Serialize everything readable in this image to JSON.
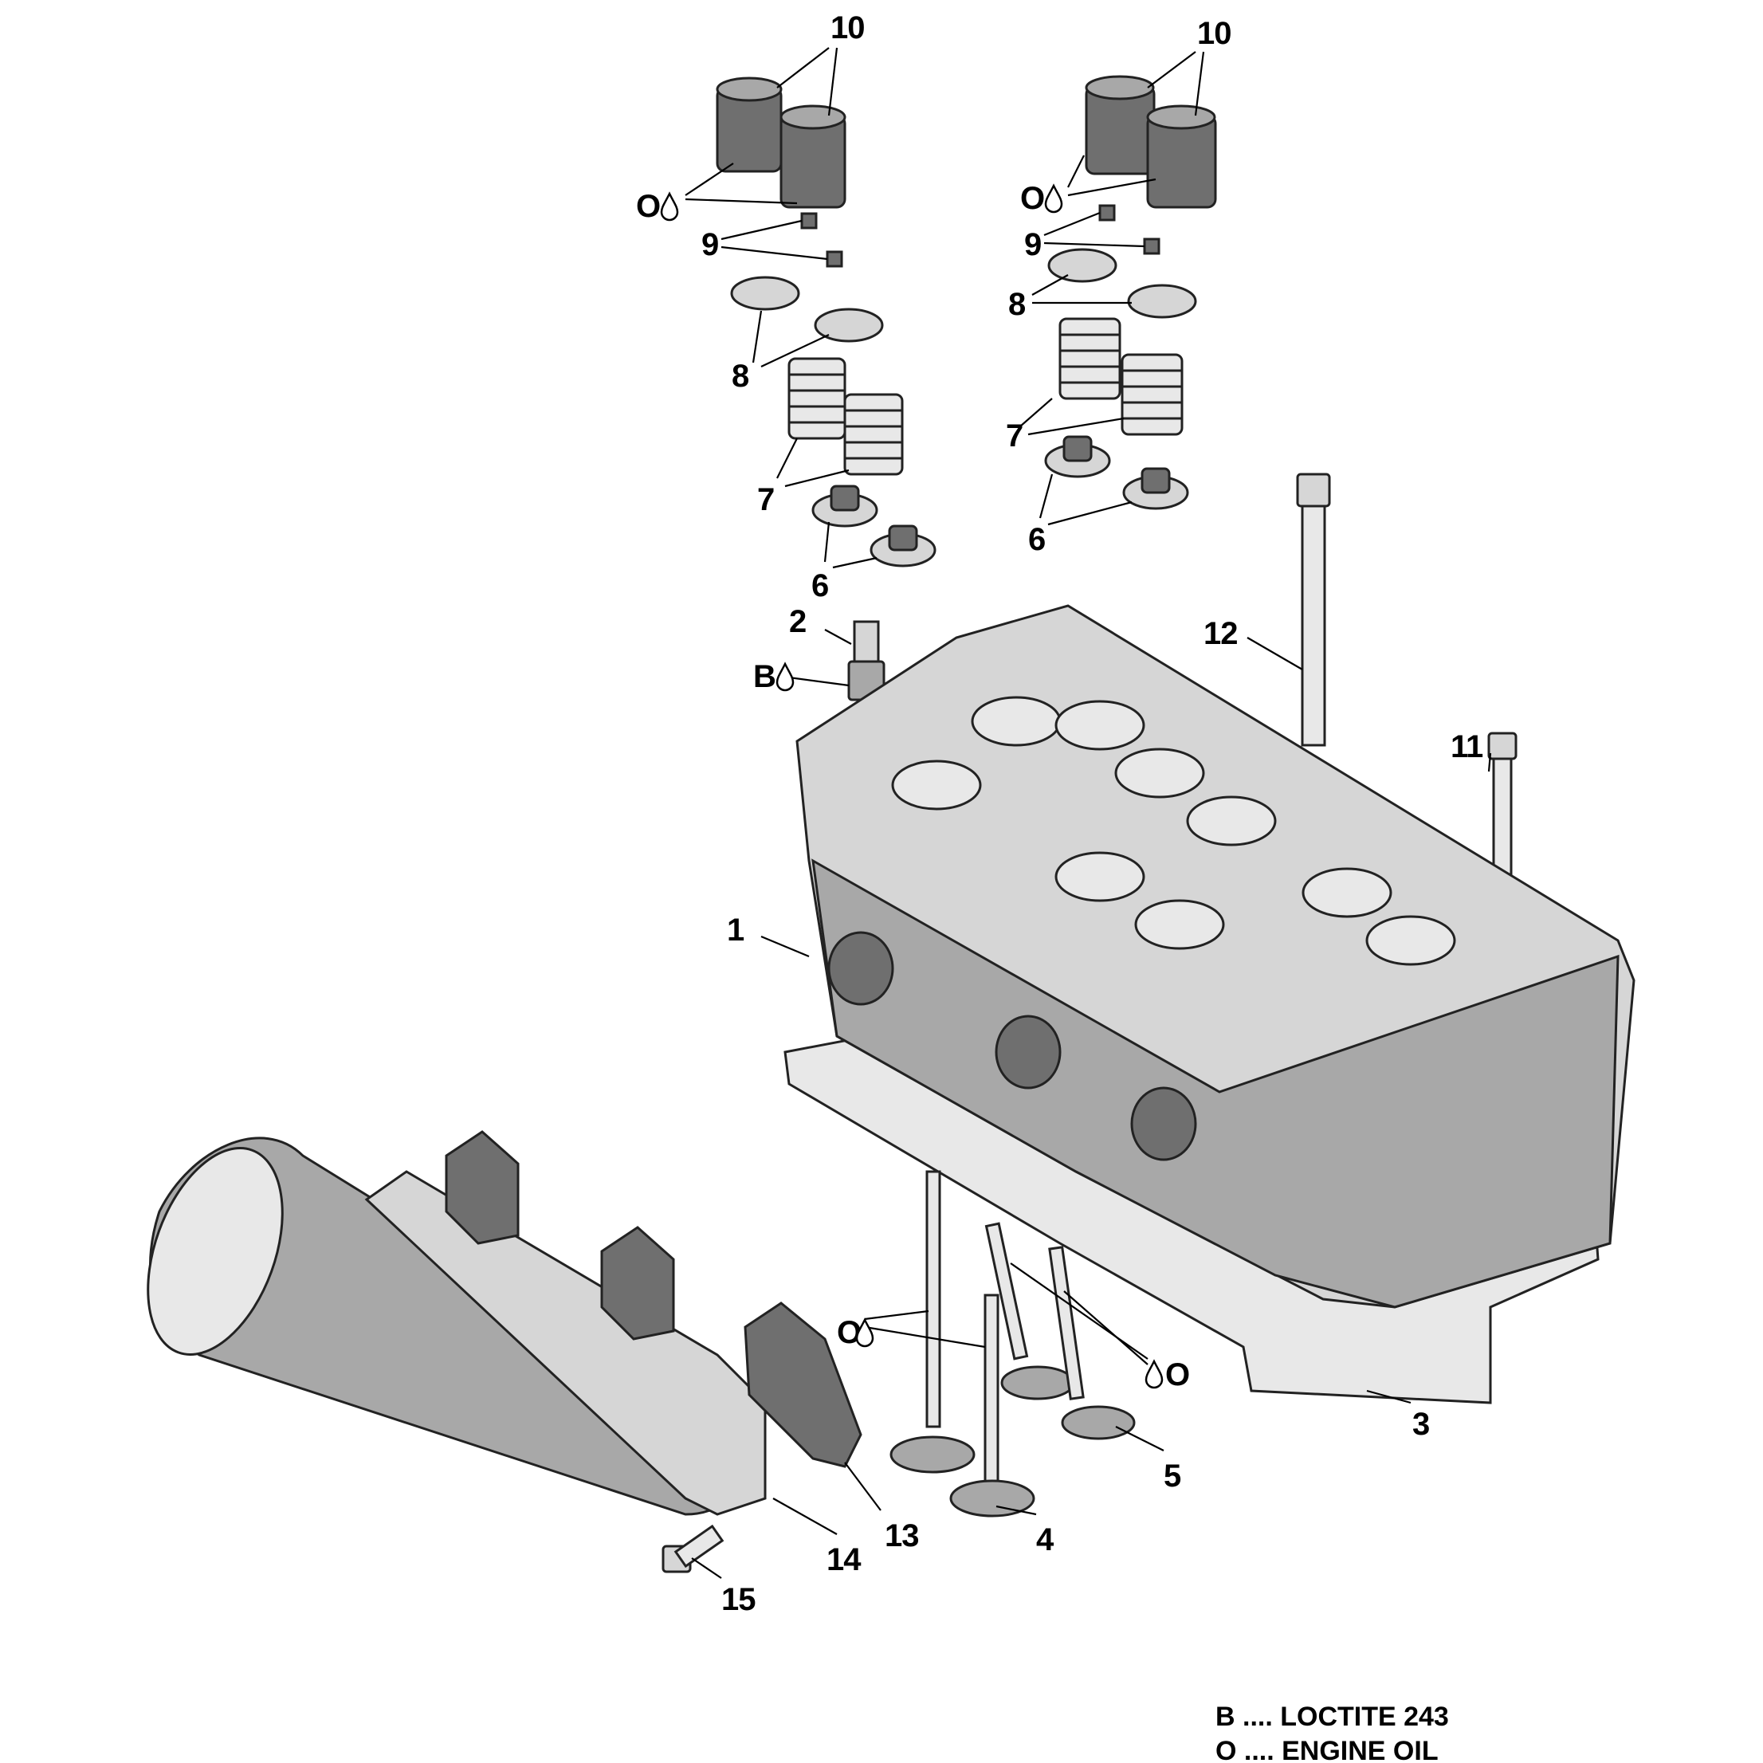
{
  "callouts": {
    "c1": "1",
    "c2": "2",
    "c3": "3",
    "c4": "4",
    "c5": "5",
    "c6a": "6",
    "c6b": "6",
    "c7a": "7",
    "c7b": "7",
    "c8a": "8",
    "c8b": "8",
    "c9a": "9",
    "c9b": "9",
    "c10a": "10",
    "c10b": "10",
    "c11": "11",
    "c12": "12",
    "c13": "13",
    "c14": "14",
    "c15": "15"
  },
  "markers": {
    "oil_a": "O",
    "oil_b": "O",
    "oil_c": "O",
    "oil_d": "O",
    "loctite": "B"
  },
  "legend": {
    "loctite": "B .... LOCTITE 243",
    "oil": "O .... ENGINE OIL"
  },
  "colors": {
    "line": "#000000",
    "part_dark": "#6f6f6f",
    "part_mid": "#a8a8a8",
    "part_light": "#d6d6d6"
  }
}
